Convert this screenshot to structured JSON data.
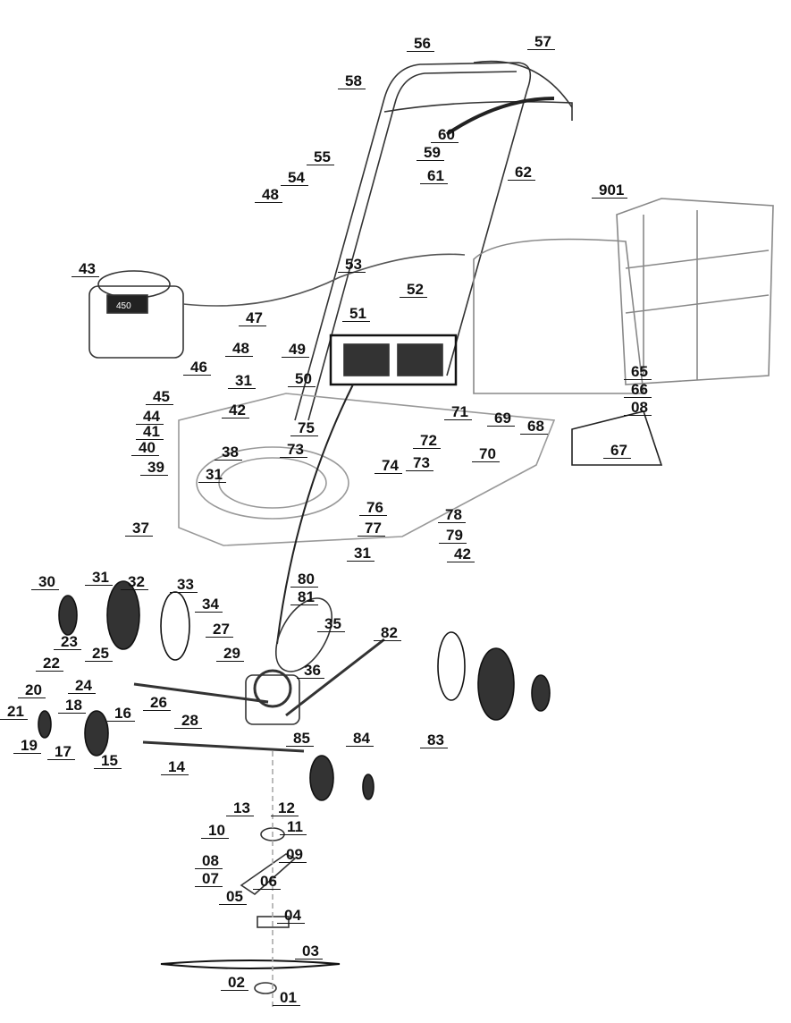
{
  "diagram": {
    "type": "exploded-parts-diagram",
    "engine_badge": "450",
    "part_labels": [
      "56",
      "57",
      "58",
      "60",
      "59",
      "61",
      "62",
      "55",
      "54",
      "48",
      "901",
      "43",
      "53",
      "52",
      "51",
      "47",
      "48",
      "49",
      "46",
      "31",
      "50",
      "45",
      "44",
      "42",
      "41",
      "40",
      "39",
      "38",
      "31",
      "75",
      "73",
      "71",
      "69",
      "68",
      "72",
      "70",
      "73",
      "74",
      "67",
      "65",
      "66",
      "08",
      "76",
      "77",
      "37",
      "78",
      "79",
      "42",
      "31",
      "80",
      "81",
      "30",
      "31",
      "32",
      "33",
      "34",
      "27",
      "35",
      "29",
      "82",
      "23",
      "25",
      "22",
      "24",
      "36",
      "26",
      "28",
      "20",
      "18",
      "16",
      "21",
      "19",
      "17",
      "15",
      "84",
      "85",
      "83",
      "14",
      "13",
      "12",
      "11",
      "10",
      "09",
      "08",
      "07",
      "06",
      "05",
      "04",
      "03",
      "02",
      "01"
    ]
  }
}
